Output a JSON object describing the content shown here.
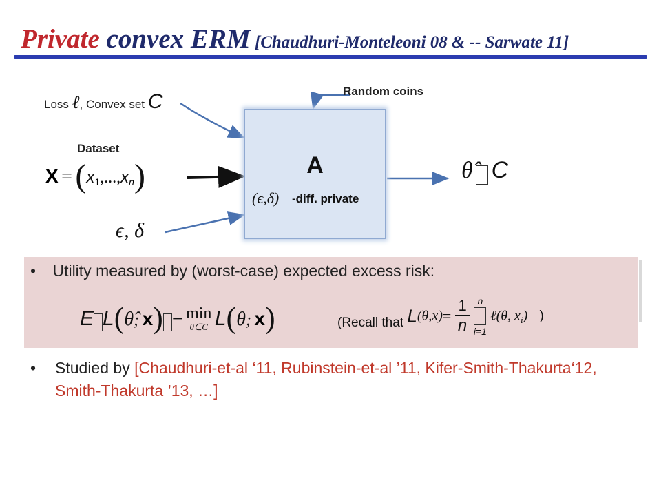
{
  "title": {
    "part1": "Private",
    "part2": " convex ERM",
    "part3": " [Chaudhuri-Monteleoni 08 & -- Sarwate 11]"
  },
  "diagram": {
    "loss_label": "Loss",
    "loss_symbol": "ℓ",
    "comma": ",",
    "convex_set_label": "Convex set",
    "convex_set_symbol": "C",
    "random_coins_label": "Random coins",
    "dataset_label": "Dataset",
    "dataset_var": "X",
    "dataset_tuple_start": "x",
    "dataset_sub1": "1",
    "dataset_dots": ",...,",
    "dataset_tuple_end": "x",
    "dataset_subn": "n",
    "epsilon_delta": "ϵ,  δ",
    "box_title": "A",
    "box_dp_params": "(ϵ,δ)",
    "box_dp_text": "-diff. private",
    "output_theta": "θ̂",
    "output_set": "C"
  },
  "bullets": [
    {
      "text": "Utility measured by (worst-case) expected excess risk:"
    },
    {
      "text_plain": "Studied by ",
      "citation": "[Chaudhuri-et-al ‘11, Rubinstein-et-al ’11, Kifer-Smith-Thakurta‘12, Smith-Thakurta ’13, …]"
    }
  ],
  "formula": {
    "E": "E",
    "L": "L",
    "theta_hat": "θ̂",
    "semicolon": ";",
    "x": "x",
    "minus": "−",
    "min": "min",
    "min_sub": "θ∈C",
    "L2": "L",
    "theta": "θ",
    "recall_prefix": "(Recall that",
    "recall_L": "L",
    "recall_args": "(θ,x)",
    "recall_eq": "=",
    "frac_num": "1",
    "frac_den": "n",
    "sum_top": "n",
    "sum_bottom": "i=1",
    "ell_args": "ℓ(θ, x",
    "ell_sub": "i",
    "ell_close": ")",
    "recall_suffix": ")"
  }
}
